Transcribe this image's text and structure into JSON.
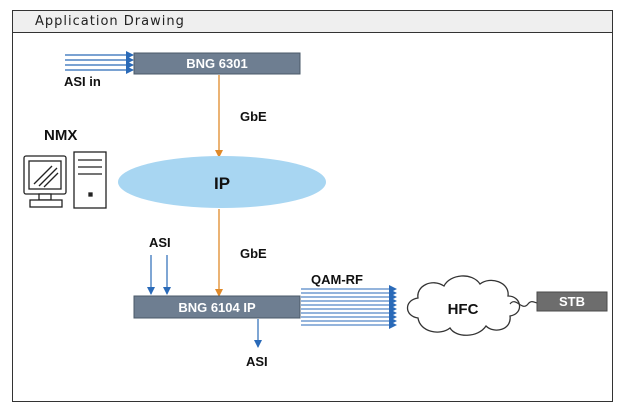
{
  "window": {
    "title": "Application Drawing"
  },
  "labels": {
    "asi_in": "ASI in",
    "bng_top": "BNG 6301",
    "gbe_top": "GbE",
    "nmx": "NMX",
    "ip_cloud": "IP",
    "asi_left": "ASI",
    "gbe_bottom": "GbE",
    "qam_rf": "QAM-RF",
    "bng_bottom": "BNG 6104 IP",
    "asi_out": "ASI",
    "hfc": "HFC",
    "stb": "STB"
  },
  "colors": {
    "box_fill": "#6e7e91",
    "arrow_blue": "#2a6ab8",
    "arrow_orange": "#e08a2a",
    "ip_fill": "#a8d6f2",
    "stb_fill": "#6d6d6d"
  },
  "icons": {
    "nmx_device": "computer-icon"
  }
}
